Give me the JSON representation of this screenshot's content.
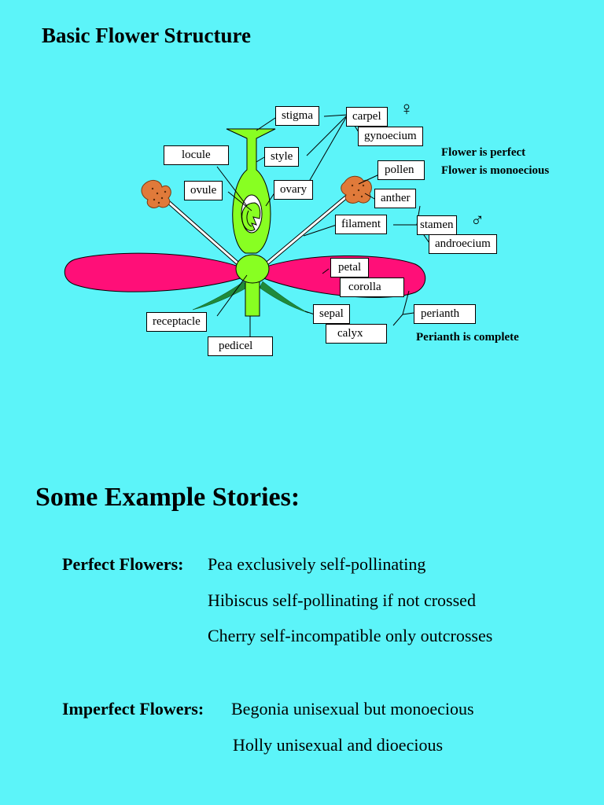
{
  "title": "Basic Flower Structure",
  "labels": {
    "stigma": "stigma",
    "carpel": "carpel",
    "gynoecium": "gynoecium",
    "locule": "locule",
    "style": "style",
    "ovule": "ovule",
    "ovary": "ovary",
    "pollen": "pollen",
    "anther": "anther",
    "filament": "filament",
    "stamen": "stamen",
    "androecium": "androecium",
    "petal": "petal",
    "corolla": "corolla",
    "receptacle": "receptacle",
    "sepal": "sepal",
    "perianth": "perianth",
    "calyx": "calyx",
    "pedicel": "pedicel"
  },
  "symbols": {
    "female": "♀",
    "male": "♂"
  },
  "notes": {
    "perfect": "Flower is perfect",
    "monoecious": "Flower is monoecious",
    "perianth_complete": "Perianth is complete"
  },
  "stories": {
    "heading": "Some Example Stories:",
    "perfect_label": "Perfect Flowers:",
    "perfect_items": [
      "Pea exclusively self-pollinating",
      "Hibiscus self-pollinating if not crossed",
      "Cherry self-incompatible only outcrosses"
    ],
    "imperfect_label": "Imperfect Flowers:",
    "imperfect_items": [
      "Begonia unisexual but monoecious",
      "Holly unisexual and dioecious"
    ]
  },
  "colors": {
    "background": "#5cf4f9",
    "petal": "#ff0f78",
    "carpel": "#88ff22",
    "sepal": "#1f8a3a",
    "anther": "#e07a3a"
  }
}
